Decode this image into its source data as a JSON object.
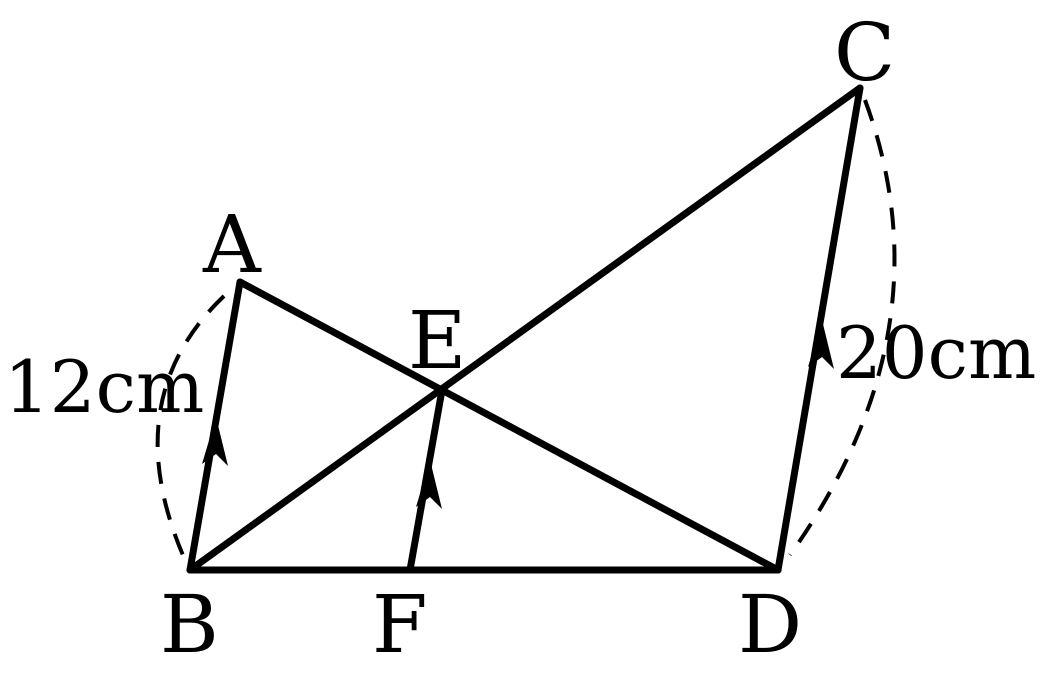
{
  "points": {
    "A": "A",
    "B": "B",
    "C": "C",
    "D": "D",
    "E": "E",
    "F": "F"
  },
  "lengths": {
    "ab": "12cm",
    "cd": "20cm"
  }
}
